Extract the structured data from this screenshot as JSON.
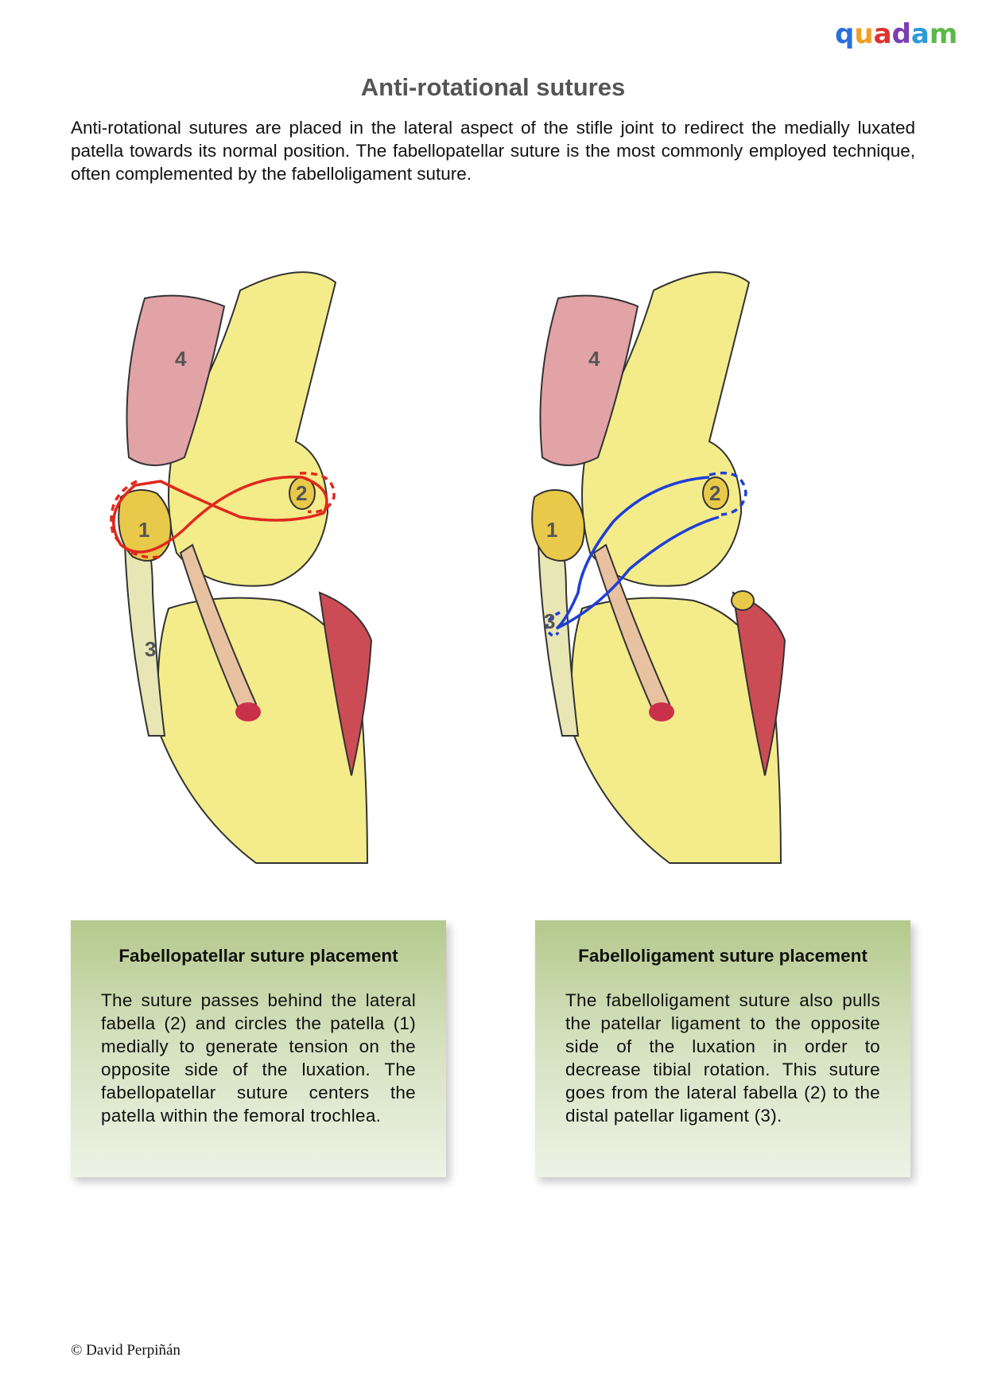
{
  "brand": {
    "logo_text": "quadam",
    "letter_colors": [
      "#2a6fdb",
      "#f0a020",
      "#e0312f",
      "#7a3fb0",
      "#2a9ad8",
      "#5bb848"
    ]
  },
  "page": {
    "title": "Anti-rotational sutures",
    "intro": "Anti-rotational sutures are placed in the lateral aspect of the stifle joint to redirect the medially luxated patella towards its normal position. The fabellopatellar suture is the most commonly employed technique, often complemented by the fabelloligament suture."
  },
  "figures": [
    {
      "suture_color": "#e0281e",
      "labels": [
        "4",
        "1",
        "2",
        "3"
      ]
    },
    {
      "suture_color": "#1f3fd8",
      "labels": [
        "4",
        "1",
        "2",
        "3"
      ]
    }
  ],
  "cards": [
    {
      "heading": "Fabellopatellar suture placement",
      "body": "The suture passes behind the lateral fabella (2) and circles the patella (1) medially to generate tension on the opposite side of the luxation. The fabellopatellar suture centers the patella within the femoral trochlea."
    },
    {
      "heading": "Fabelloligament suture placement",
      "body": "The fabelloligament suture also pulls the patellar ligament to the opposite side of the luxation in order to decrease tibial rotation. This suture goes from the lateral fabella (2) to the distal patellar ligament (3)."
    }
  ],
  "footer": {
    "copyright": "© David Perpiñán"
  }
}
